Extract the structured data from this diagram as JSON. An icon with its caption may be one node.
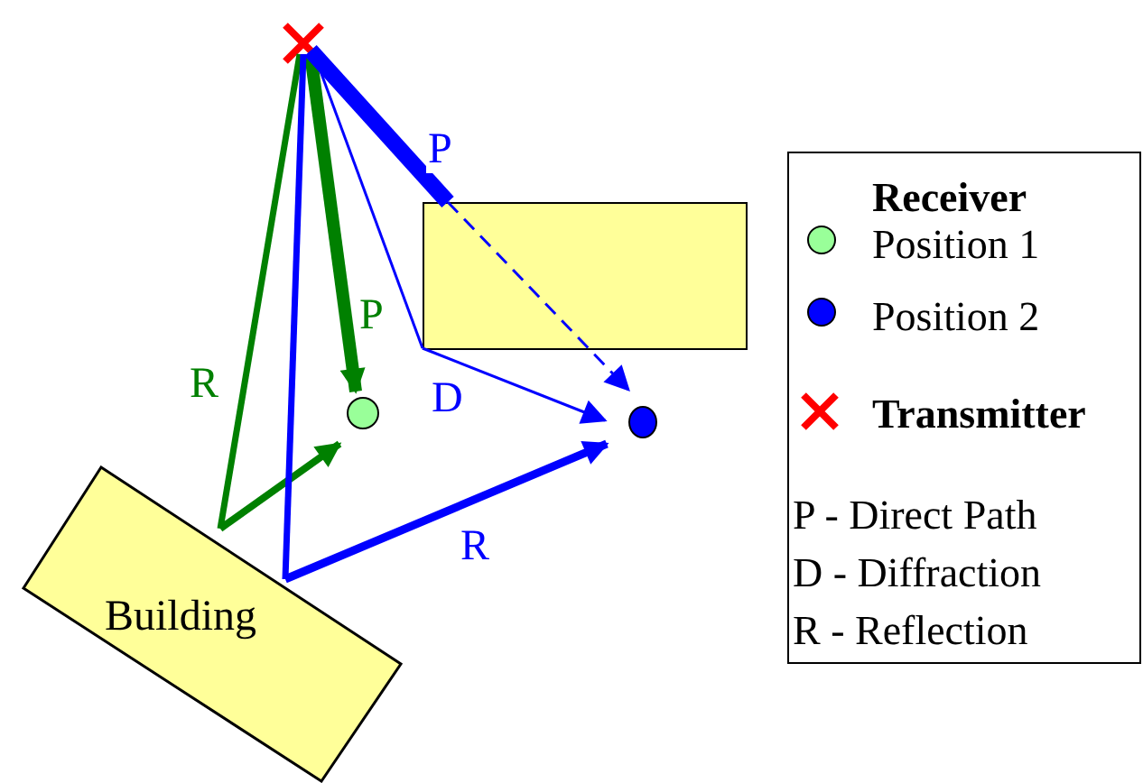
{
  "diagram": {
    "nodes": [
      {
        "text": [],
        "shape": "cross"
      },
      {
        "text": [],
        "shape": "box"
      },
      {
        "text": [
          "Building"
        ]
      },
      {
        "text": [],
        "shape": "circle"
      },
      {
        "text": [],
        "shape": "circle"
      }
    ],
    "edges": [
      {
        "from": 0,
        "to": 3,
        "arrow": "to",
        "label": "P",
        "style": "thick",
        "color": "#008000"
      },
      {
        "from": 0,
        "to": 2,
        "arrow": "none",
        "label": "R",
        "color": "#008000"
      },
      {
        "from": 2,
        "to": 3,
        "arrow": "to",
        "color": "#008000"
      },
      {
        "from": 0,
        "to": 1,
        "arrow": "none",
        "label": "P",
        "style": "thick"
      },
      {
        "from": 1,
        "to": 4,
        "arrow": "to",
        "style": "dashed"
      },
      {
        "from": 0,
        "to": 1,
        "arrow": "none"
      },
      {
        "from": 1,
        "to": 4,
        "arrow": "to",
        "label": "D"
      },
      {
        "from": 0,
        "to": 2,
        "arrow": "none"
      },
      {
        "from": 2,
        "to": 4,
        "arrow": "to",
        "label": "R"
      }
    ],
    "labels": [
      "Receiver",
      "P - Direct Path",
      "D - Diffraction",
      "R - Reflection"
    ],
    "legend": [
      {
        "text": "Position 1",
        "color": "#99ff99"
      },
      {
        "text": "Position 2",
        "color": "#0000ff"
      },
      {
        "text": "Transmitter"
      }
    ]
  }
}
